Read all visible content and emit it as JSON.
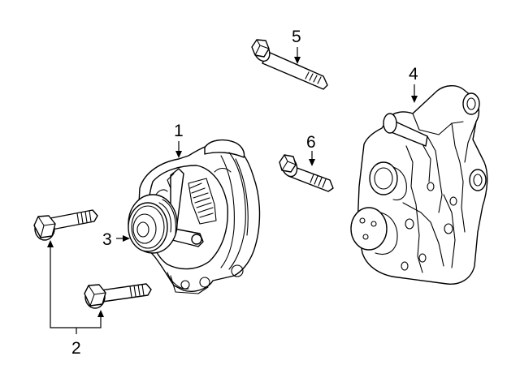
{
  "diagram": {
    "callouts": [
      {
        "id": "alternator",
        "label": "1"
      },
      {
        "id": "bolts",
        "label": "2"
      },
      {
        "id": "pulley",
        "label": "3"
      },
      {
        "id": "bracket",
        "label": "4"
      },
      {
        "id": "bolt-long",
        "label": "5"
      },
      {
        "id": "bolt-short",
        "label": "6"
      }
    ]
  }
}
